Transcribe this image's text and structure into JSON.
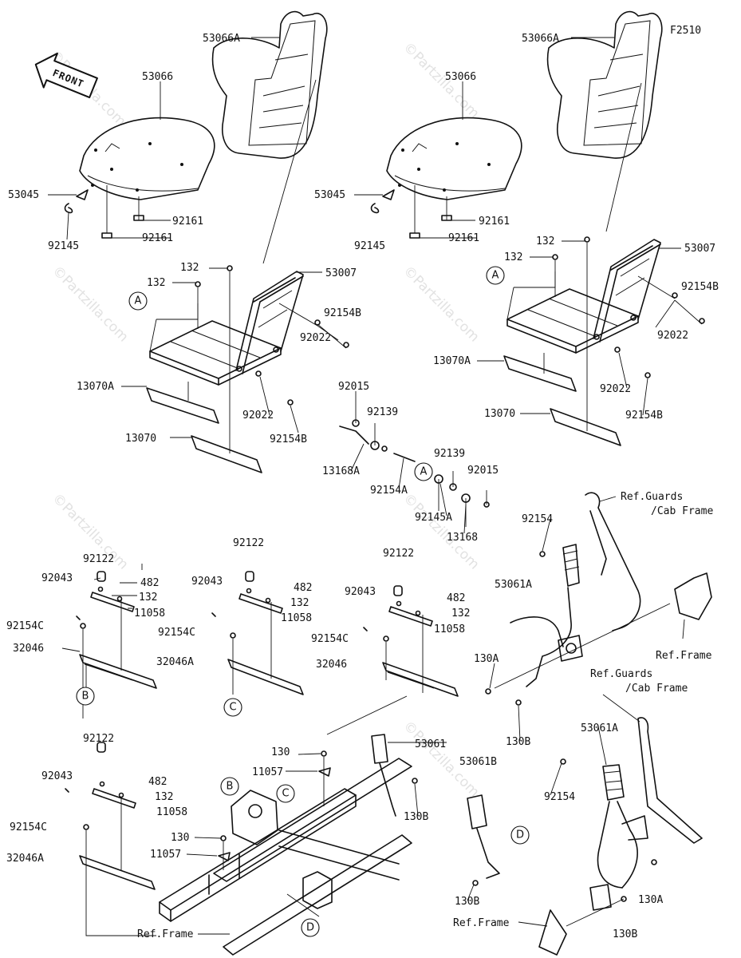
{
  "figure_code": "F2510",
  "front_label": "FRONT",
  "watermark": "©Partzilla.com",
  "labels": {
    "l_53066A_1": "53066A",
    "l_53066_1": "53066",
    "l_53045_1": "53045",
    "l_92161_1a": "92161",
    "l_92161_1b": "92161",
    "l_92145_1": "92145",
    "l_132_1a": "132",
    "l_132_1b": "132",
    "l_53007_1": "53007",
    "l_92154B_1a": "92154B",
    "l_92022_1a": "92022",
    "l_13070A_1": "13070A",
    "l_92022_1b": "92022",
    "l_92154B_1b": "92154B",
    "l_13070_1": "13070",
    "l_53066A_2": "53066A",
    "l_53066_2": "53066",
    "l_53045_2": "53045",
    "l_92161_2a": "92161",
    "l_92161_2b": "92161",
    "l_92145_2": "92145",
    "l_132_2a": "132",
    "l_132_2b": "132",
    "l_53007_2": "53007",
    "l_92154B_2a": "92154B",
    "l_92022_2a": "92022",
    "l_13070A_2": "13070A",
    "l_92022_2b": "92022",
    "l_92154B_2b": "92154B",
    "l_13070_2": "13070",
    "l_92015_a": "92015",
    "l_92139_a": "92139",
    "l_13168A": "13168A",
    "l_92154A": "92154A",
    "l_92139_b": "92139",
    "l_92015_b": "92015",
    "l_92145A": "92145A",
    "l_13168": "13168",
    "l_92122_1": "92122",
    "l_92043_1": "92043",
    "l_482_1": "482",
    "l_132_r1": "132",
    "l_11058_1": "11058",
    "l_92154C_1": "92154C",
    "l_32046_1": "32046",
    "l_92122_2": "92122",
    "l_92043_2": "92043",
    "l_482_2": "482",
    "l_132_r2": "132",
    "l_11058_2": "11058",
    "l_92154C_2": "92154C",
    "l_32046A_2": "32046A",
    "l_92122_3": "92122",
    "l_92043_3": "92043",
    "l_482_3": "482",
    "l_132_r3": "132",
    "l_11058_3": "11058",
    "l_92154C_3": "92154C",
    "l_32046_3": "32046",
    "l_92122_4": "92122",
    "l_92043_4": "92043",
    "l_482_4": "482",
    "l_132_r4": "132",
    "l_11058_4": "11058",
    "l_92154C_4": "92154C",
    "l_32046A_4": "32046A",
    "l_refguards1": "Ref.Guards",
    "l_refcab1": "/Cab Frame",
    "l_92154_s1": "92154",
    "l_53061A_s1": "53061A",
    "l_refframe1": "Ref.Frame",
    "l_130A_s1": "130A",
    "l_130B_s1": "130B",
    "l_refguards2": "Ref.Guards",
    "l_refcab2": "/Cab Frame",
    "l_53061A_s2": "53061A",
    "l_92154_s2": "92154",
    "l_130A_s2": "130A",
    "l_130B_s2": "130B",
    "l_refframe3": "Ref.Frame",
    "l_53061": "53061",
    "l_53061B": "53061B",
    "l_130B_b": "130B",
    "l_130B_c": "130B",
    "l_130_a": "130",
    "l_11057_a": "11057",
    "l_130_b": "130",
    "l_11057_b": "11057",
    "l_refframe2": "Ref.Frame"
  },
  "callouts": {
    "A1": "A",
    "A2": "A",
    "A3": "A",
    "B1": "B",
    "B2": "B",
    "C1": "C",
    "C2": "C",
    "D1": "D",
    "D2": "D"
  }
}
